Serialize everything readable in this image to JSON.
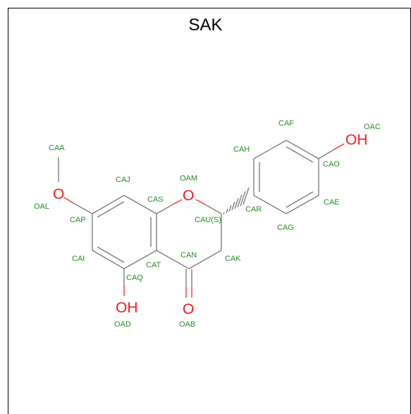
{
  "title": "SAK",
  "atoms": {
    "CAA": "CAA",
    "OAL": "OAL",
    "CAP": "CAP",
    "CAJ": "CAJ",
    "CAS": "CAS",
    "OAM": "OAM",
    "CAU": "CAU(S)",
    "CAI": "CAI",
    "CAT": "CAT",
    "CAQ": "CAQ",
    "CAN": "CAN",
    "CAK": "CAK",
    "OAD": "OAD",
    "OAB": "OAB",
    "CAR": "CAR",
    "CAG": "CAG",
    "CAH": "CAH",
    "CAF": "CAF",
    "CAO": "CAO",
    "CAE": "CAE",
    "OAC": "OAC"
  },
  "hetero": {
    "o_ether": "O",
    "o_ring": "O",
    "o_carbonyl": "O",
    "oh_left": "OH",
    "oh_right": "OH"
  }
}
